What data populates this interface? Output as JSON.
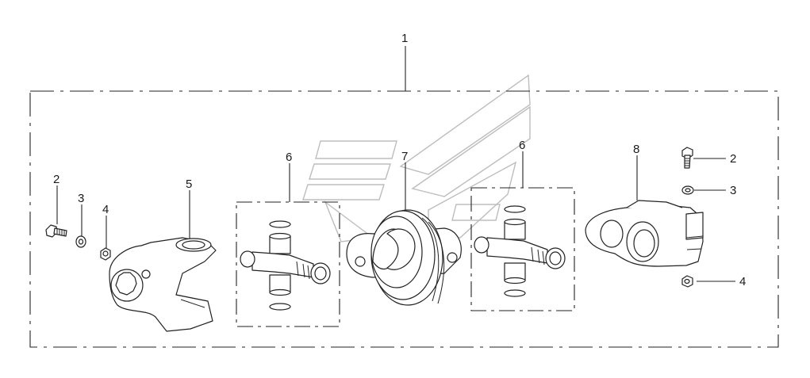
{
  "diagram": {
    "callouts": [
      {
        "id": "c1",
        "text": "1"
      },
      {
        "id": "c2a",
        "text": "2"
      },
      {
        "id": "c3a",
        "text": "3"
      },
      {
        "id": "c4a",
        "text": "4"
      },
      {
        "id": "c5",
        "text": "5"
      },
      {
        "id": "c6a",
        "text": "6"
      },
      {
        "id": "c7",
        "text": "7"
      },
      {
        "id": "c6b",
        "text": "6"
      },
      {
        "id": "c8",
        "text": "8"
      },
      {
        "id": "c2b",
        "text": "2"
      },
      {
        "id": "c3b",
        "text": "3"
      },
      {
        "id": "c4b",
        "text": "4"
      }
    ],
    "icons": [
      "watermark-logo-icon",
      "bolt-icon",
      "washer-icon",
      "nut-icon",
      "yoke-icon",
      "universal-joint-cross-icon",
      "coupling-icon",
      "clamp-yoke-icon"
    ],
    "colors": {
      "line": "#222222",
      "watermark": "#bdbdbd",
      "background": "#ffffff"
    }
  }
}
